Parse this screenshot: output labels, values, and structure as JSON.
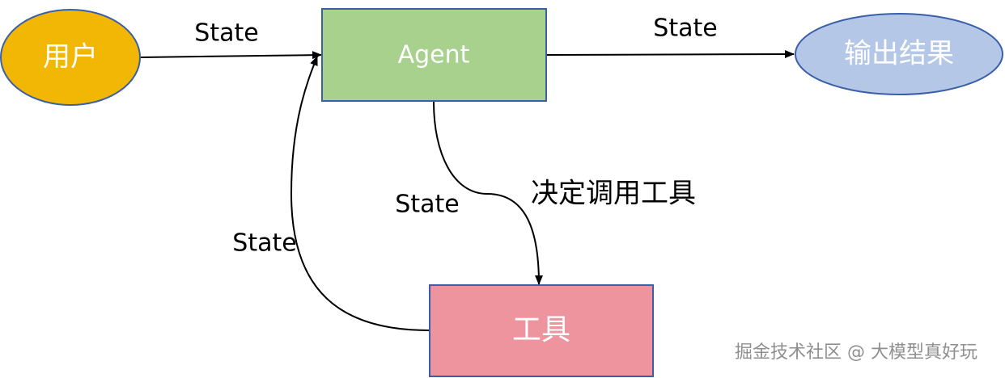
{
  "nodes": {
    "user": {
      "label": "用户",
      "fill": "#f2b705",
      "stroke": "#3a5fa8"
    },
    "agent": {
      "label": "Agent",
      "fill": "#a9d18e",
      "stroke": "#3a5fa8"
    },
    "output": {
      "label": "输出结果",
      "fill": "#b4c7e7",
      "stroke": "#3a5fa8"
    },
    "tool": {
      "label": "工具",
      "fill": "#ee949e",
      "stroke": "#3a5fa8"
    }
  },
  "edges": {
    "user_to_agent": "State",
    "agent_to_output": "State",
    "agent_to_tool_state": "State",
    "agent_to_tool_decision": "决定调用工具",
    "tool_to_agent": "State"
  },
  "watermark": "掘金技术社区 @ 大模型真好玩"
}
